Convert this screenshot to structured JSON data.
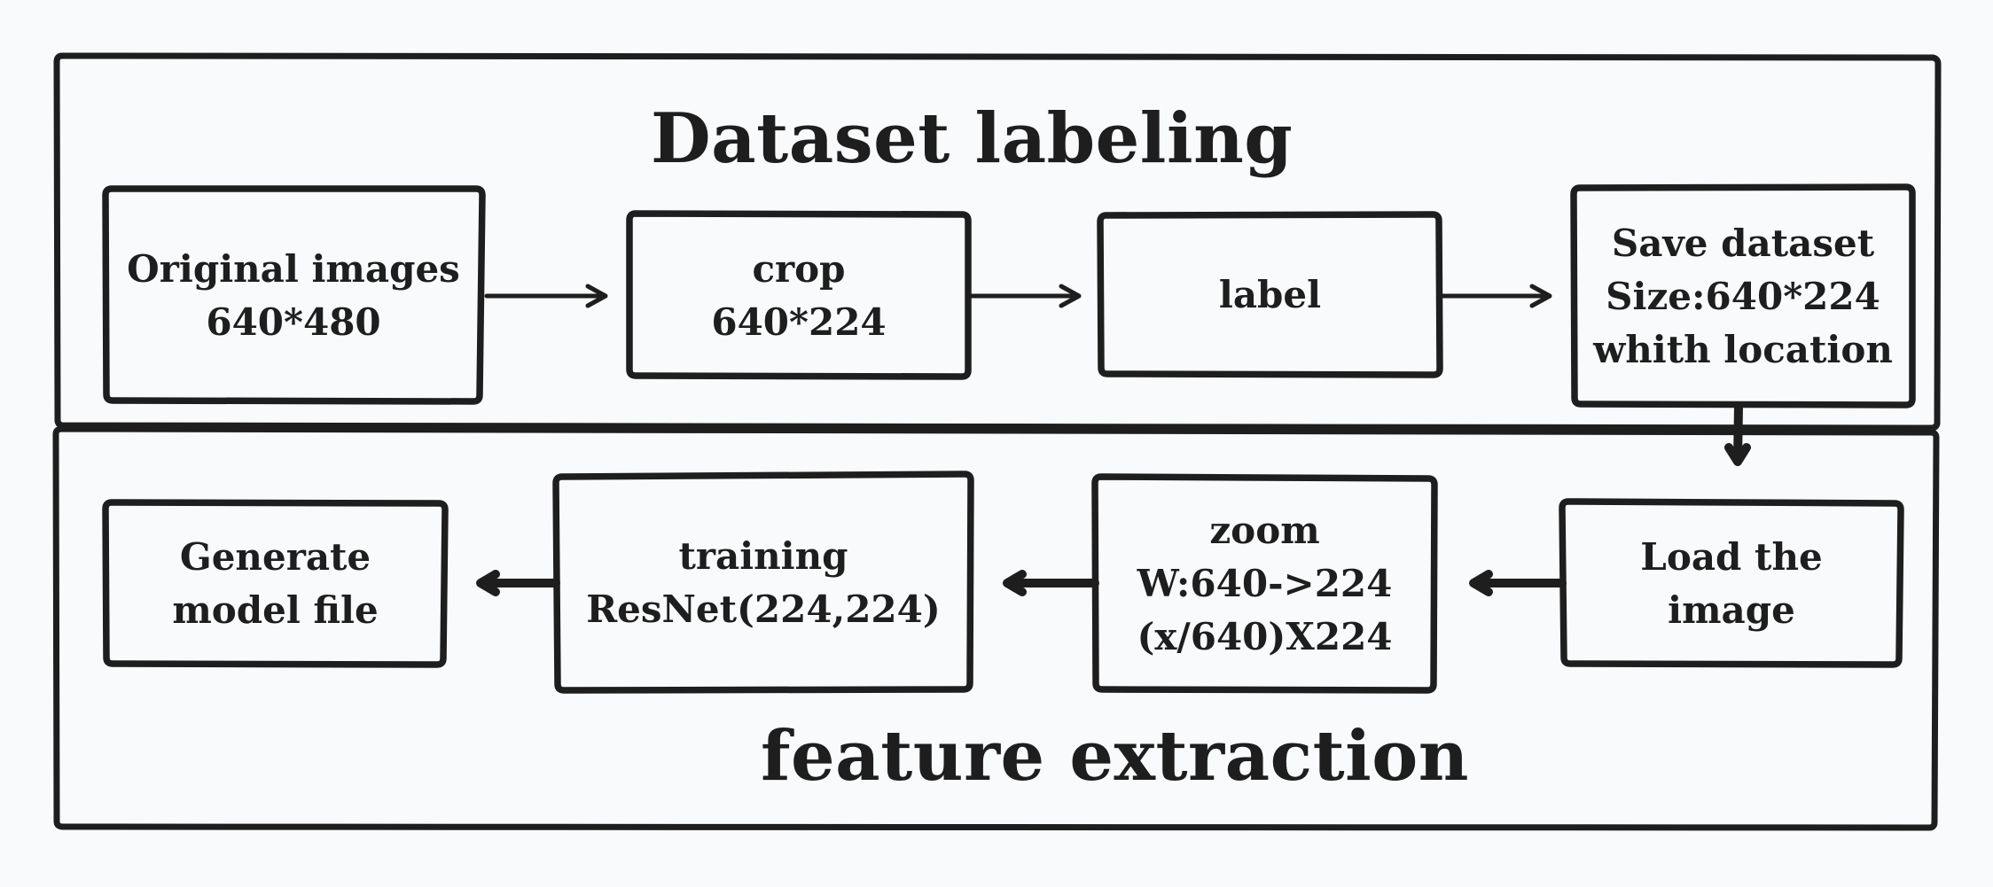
{
  "sections": {
    "top": {
      "title": "Dataset labeling"
    },
    "bottom": {
      "title": "feature extraction"
    }
  },
  "boxes": {
    "original": {
      "line1": "Original images",
      "line2": "640*480"
    },
    "crop": {
      "line1": "crop",
      "line2": "640*224"
    },
    "label": {
      "line1": "label"
    },
    "save": {
      "line1": "Save dataset",
      "line2": "Size:640*224",
      "line3": "whith location"
    },
    "load": {
      "line1": "Load the",
      "line2": "image"
    },
    "zoom": {
      "line1": "zoom",
      "line2": "W:640->224",
      "line3": "(x/640)X224"
    },
    "training": {
      "line1": "training",
      "line2": "ResNet(224,224)"
    },
    "generate": {
      "line1": "Generate",
      "line2": "model file"
    }
  },
  "colors": {
    "ink": "#1e1e1e",
    "background": "#f9fafb"
  }
}
